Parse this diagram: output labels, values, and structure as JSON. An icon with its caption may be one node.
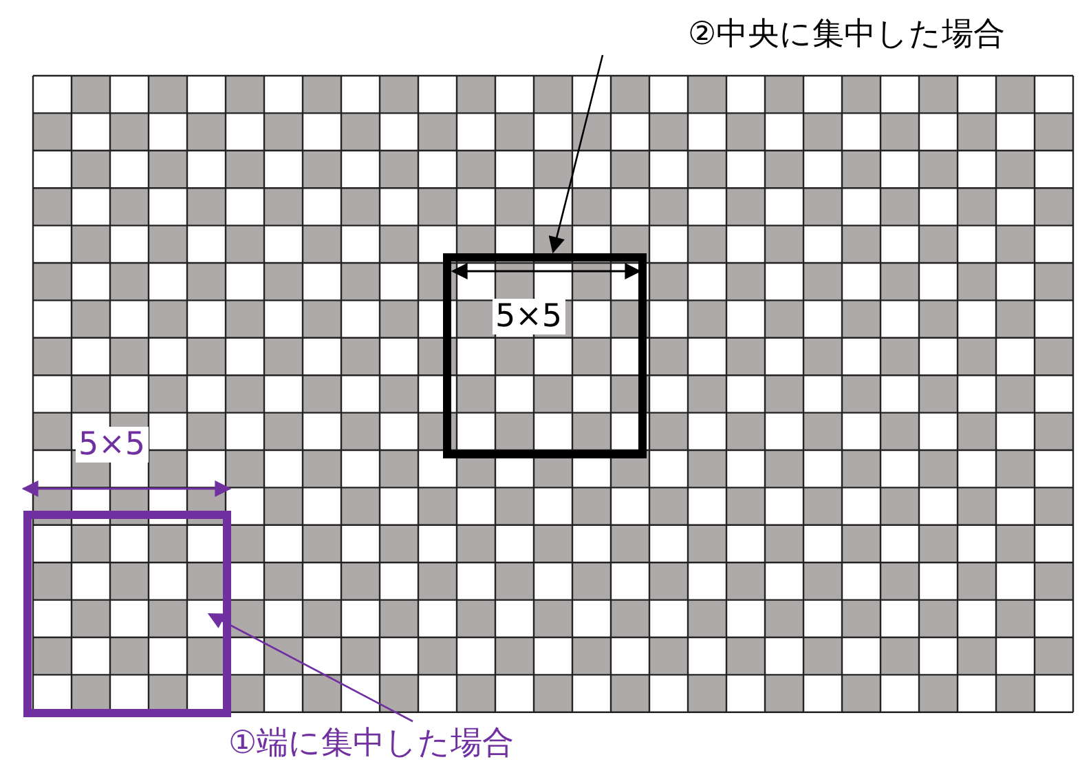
{
  "diagram": {
    "nodes": [
      {
        "text": [
          "②中央に集中した場合"
        ]
      },
      {
        "text": [],
        "shape": "box"
      },
      {
        "text": [
          "①端に集中した場合"
        ]
      },
      {
        "text": [],
        "shape": "box"
      }
    ],
    "edges": [
      {
        "from": 0,
        "to": 1,
        "arrow": "to"
      },
      {
        "from": 2,
        "to": 3,
        "arrow": "to",
        "color": "#7030a0"
      }
    ],
    "labels": [
      "5×5",
      "5×5"
    ]
  }
}
